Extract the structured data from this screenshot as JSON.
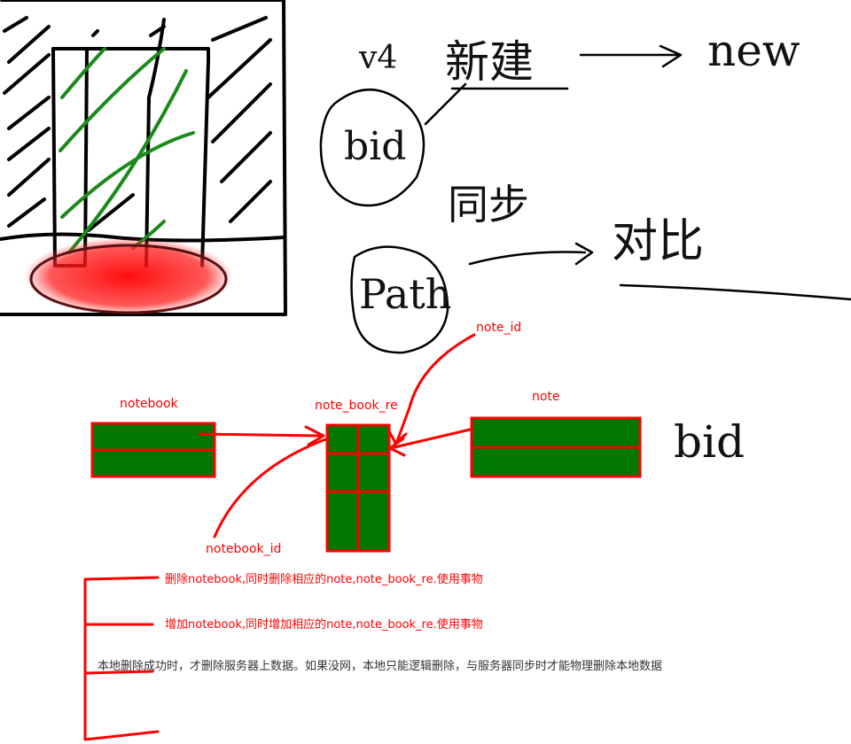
{
  "handwriting": {
    "v4": "v4",
    "xinjian": "新建",
    "new": "new",
    "bid_circle": "bid",
    "tongbu": "同步",
    "path": "Path",
    "bidui": "对比",
    "bid_right": "bid"
  },
  "tables": {
    "notebook": {
      "label": "notebook"
    },
    "note_book_re": {
      "label": "note_book_re"
    },
    "note": {
      "label": "note"
    }
  },
  "fk_labels": {
    "note_id": "note_id",
    "notebook_id": "notebook_id"
  },
  "notes": [
    "删除notebook,同时删除相应的note,note_book_re.使用事物",
    "增加notebook,同时增加相应的note,note_book_re.使用事物",
    "本地删除成功时，才删除服务器上数据。如果没网，本地只能逻辑删除，与服务器同步时才能物理删除本地数据"
  ],
  "colors": {
    "ink": "#000000",
    "accent": "#ff0000",
    "fill": "#007700",
    "marker": "#1a8a1a",
    "gray_text": "#333333"
  }
}
